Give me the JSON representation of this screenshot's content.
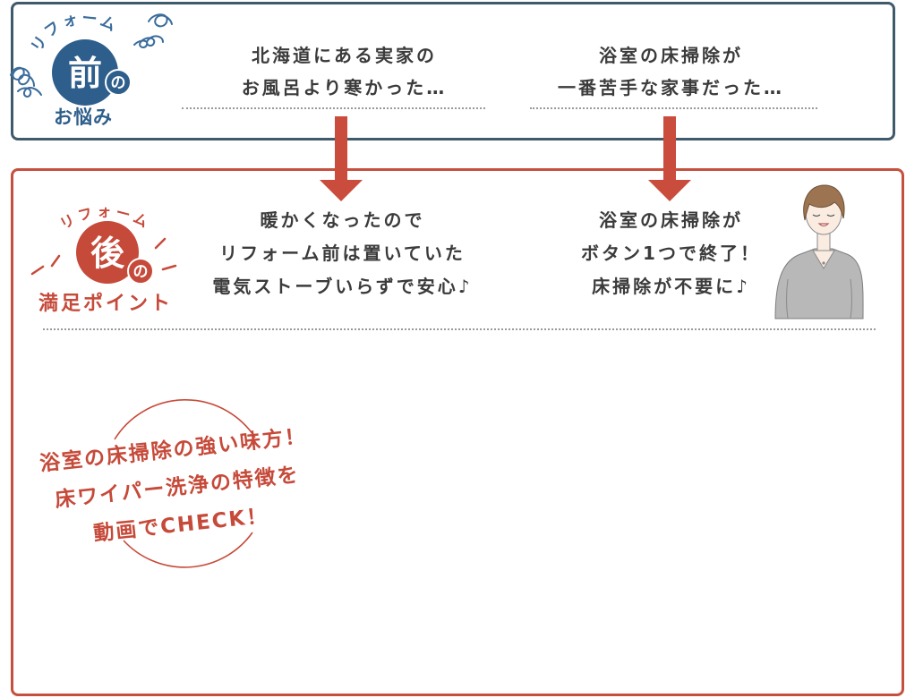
{
  "before": {
    "badge": {
      "arc_text": "リフォーム",
      "main": "前",
      "particle": "の",
      "caption": "お悩み"
    },
    "items": [
      {
        "lines": [
          "北海道にある実家の",
          "お風呂より寒かった…"
        ]
      },
      {
        "lines": [
          "浴室の床掃除が",
          "一番苦手な家事だった…"
        ]
      }
    ]
  },
  "after": {
    "badge": {
      "arc_text": "リフォーム",
      "main": "後",
      "particle": "の",
      "caption": "満足ポイント"
    },
    "items": [
      {
        "lines": [
          "暖かくなったので",
          "リフォーム前は置いていた",
          "電気ストーブいらずで安心♪"
        ]
      },
      {
        "lines": [
          "浴室の床掃除が",
          "ボタン1つで終了！",
          "床掃除が不要に♪"
        ]
      }
    ]
  },
  "callout": {
    "lines": [
      "浴室の床掃除の強い味方！",
      "床ワイパー洗浄の特徴を",
      "動画でCHECK！"
    ]
  },
  "colors": {
    "before_accent": "#2e5e8b",
    "before_frame": "#3f5a6b",
    "after_accent": "#c64a3a",
    "body_text": "#3b3b3b"
  },
  "icons": {
    "transition_arrow": "arrow-down-icon",
    "person": "smiling-woman-illustration",
    "decoration": "swirl-icon"
  }
}
